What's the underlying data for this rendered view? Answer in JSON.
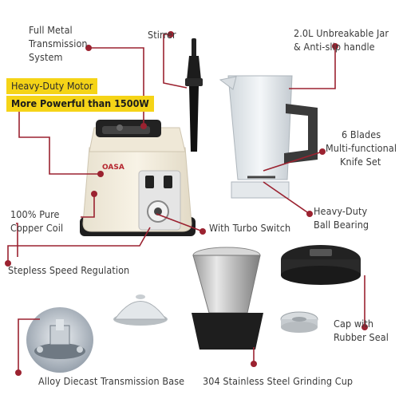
{
  "labels": {
    "transmission": [
      "Full Metal",
      "Transmission",
      "System"
    ],
    "stirrer": [
      "Stirrer"
    ],
    "jar": [
      "2.0L Unbreakable Jar",
      "& Anti-slip handle"
    ],
    "motor_title": "Heavy-Duty Motor",
    "motor_power": "More Powerful than 1500W",
    "blades": [
      "6 Blades",
      "Multi-functional",
      "Knife Set"
    ],
    "bearing": [
      "Heavy-Duty",
      "Ball Bearing"
    ],
    "coil": [
      "100% Pure",
      "Copper Coil"
    ],
    "turbo": [
      "With Turbo Switch"
    ],
    "speed": [
      "Stepless Speed Regulation"
    ],
    "cap": [
      "Cap with",
      "Rubber Seal"
    ],
    "base": [
      "Alloy Diecast Transmission Base"
    ],
    "cup": [
      "304 Stainless Steel Grinding Cup"
    ]
  },
  "brand": "OASA",
  "colors": {
    "accent": "#9b2230",
    "highlight": "#f5d417",
    "text": "#3a3a3a"
  }
}
